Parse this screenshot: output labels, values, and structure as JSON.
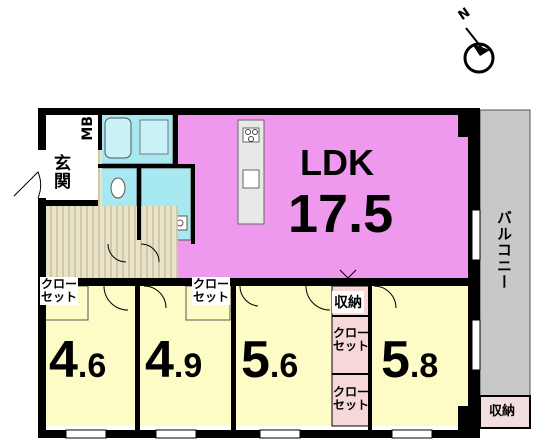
{
  "compass": {
    "label": "N"
  },
  "rooms": {
    "ldk": {
      "label": "LDK",
      "size": "17.5",
      "color": "#ee99ee"
    },
    "room1": {
      "int": "4",
      "dec": ".6",
      "color": "#fdfbc6"
    },
    "room2": {
      "int": "4",
      "dec": ".9",
      "color": "#fdfbc6"
    },
    "room3": {
      "int": "5",
      "dec": ".6",
      "color": "#fdfbc6"
    },
    "room4": {
      "int": "5",
      "dec": ".8",
      "color": "#fdfbc6"
    }
  },
  "labels": {
    "mb": "MB",
    "genkan": "玄関",
    "balcony": "バルコニー",
    "closet": "クローゼット",
    "closet_line1": "クロー",
    "closet_line2": "セット",
    "storage": "収納"
  },
  "colors": {
    "wall": "#000000",
    "wet_area": "#a8e8f0",
    "balcony": "#c8c8c8",
    "storage": "#f6d8d8",
    "hall_stripe": "#d8d0b0"
  }
}
